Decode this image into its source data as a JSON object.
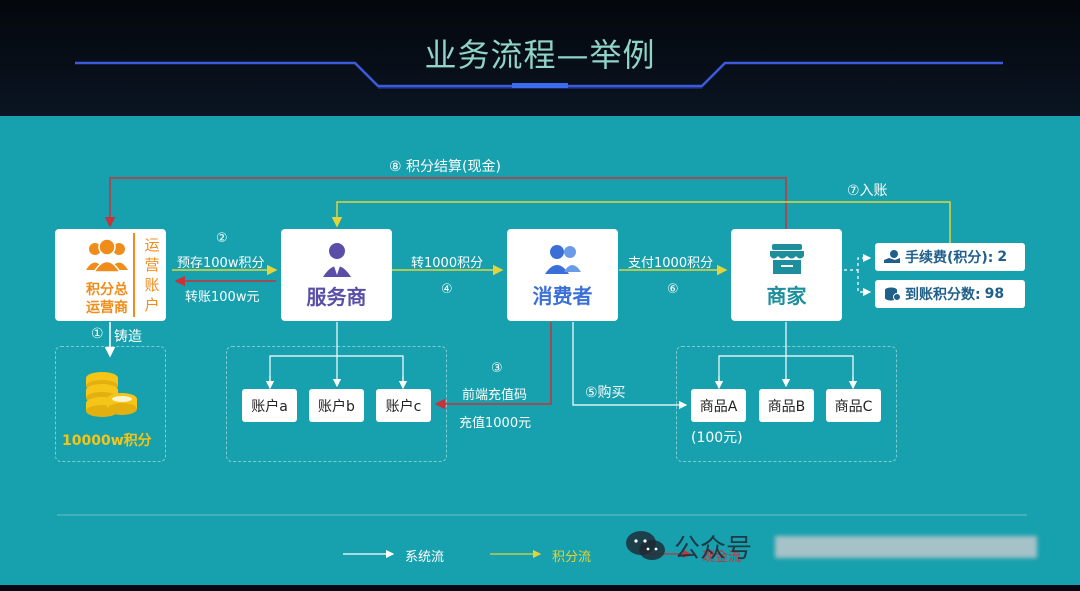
{
  "title": "业务流程—举例",
  "nodes": {
    "points_account": {
      "line1": "积分总",
      "line2": "运营商",
      "side": [
        "运",
        "营",
        "账",
        "户"
      ]
    },
    "service_provider": {
      "name": "服务商"
    },
    "consumer": {
      "name": "消费者"
    },
    "merchant": {
      "name": "商家"
    }
  },
  "accounts": [
    "账户a",
    "账户b",
    "账户c"
  ],
  "products": [
    "商品A",
    "商品B",
    "商品C"
  ],
  "product_a_price": "(100元)",
  "mint": {
    "step": "①",
    "label": "铸造",
    "amount": "10000w积分"
  },
  "flows": {
    "step2": "②",
    "prestore": "预存100w积分",
    "transfer_cash": "转账100w元",
    "transfer_points": "转1000积分",
    "step4": "④",
    "pay_points": "支付1000积分",
    "step6": "⑥",
    "step3": "③",
    "frontend_code": "前端充值码",
    "recharge": "充值1000元",
    "buy": "⑤购买",
    "settle": "⑧ 积分结算(现金)",
    "credit": "⑦入账"
  },
  "fees": [
    {
      "label": "手续费(积分):",
      "value": "2",
      "icon": "hand-coin-icon"
    },
    {
      "label": "到账积分数:",
      "value": "98",
      "icon": "coin-stack-icon"
    }
  ],
  "legend": {
    "system": "系统流",
    "points": "积分流",
    "cash": "现金流"
  },
  "watermark": "公众号",
  "colors": {
    "panel": "#17a0ad",
    "orange": "#f08c1a",
    "purple": "#5a4ea8",
    "blue": "#3a6fd8",
    "teal": "#1d8f9c",
    "points_flow": "#e2d43a",
    "cash_flow": "#c8323a",
    "title": "#8fd4c7"
  }
}
